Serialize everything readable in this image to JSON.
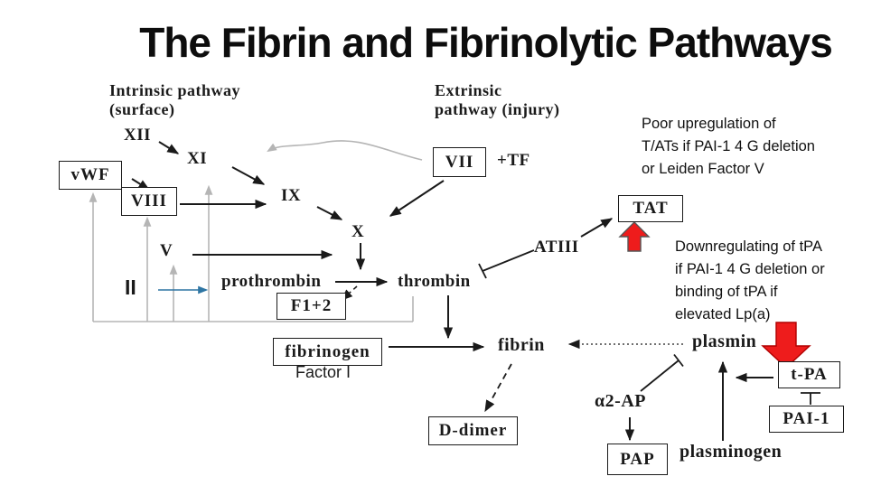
{
  "title": "The Fibrin and Fibrinolytic Pathways",
  "sections": {
    "intrinsic_line1": "Intrinsic pathway",
    "intrinsic_line2": "(surface)",
    "extrinsic_line1": "Extrinsic",
    "extrinsic_line2": "pathway (injury)"
  },
  "factors": {
    "xii": "XII",
    "xi": "XI",
    "ix": "IX",
    "x": "X",
    "v": "V",
    "ii": "II",
    "plus_tf": "+TF",
    "prothrombin": "prothrombin",
    "thrombin": "thrombin",
    "atiii": "ATIII",
    "fibrin": "fibrin",
    "plasmin": "plasmin",
    "plasminogen": "plasminogen",
    "alpha2_ap": "α2-AP",
    "factor_i": "Factor I"
  },
  "boxes": {
    "vwf": "vWF",
    "viii": "VIII",
    "vii": "VII",
    "tat": "TAT",
    "f1_2": "F1+2",
    "fibrinogen": "fibrinogen",
    "d_dimer": "D-dimer",
    "pap": "PAP",
    "t_pa": "t-PA",
    "pai_1": "PAI-1"
  },
  "annotations": {
    "tat_note": {
      "line1": "Poor upregulation of",
      "line2": "T/ATs if PAI-1 4 G deletion",
      "line3": "or Leiden Factor V"
    },
    "tpa_note": {
      "line1": "Downregulating of tPA",
      "line2": "if PAI-1 4 G deletion or",
      "line3": "binding of tPA if",
      "line4": "elevated Lp(a)"
    }
  },
  "colors": {
    "ink": "#1a1a1a",
    "gray_feedback": "#b5b5b5",
    "blue_arrow": "#2e75a3",
    "red_fill": "#ee1c1c"
  }
}
